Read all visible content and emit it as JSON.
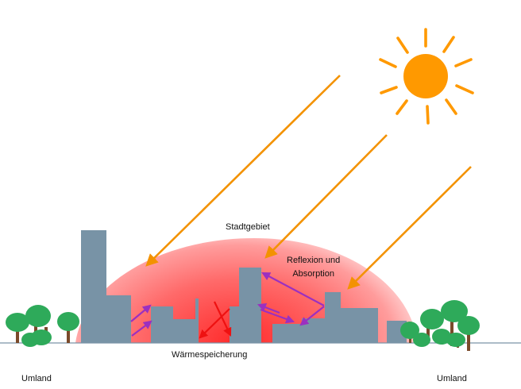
{
  "labels": {
    "city": "Stadtgebiet",
    "reflection_line1": "Reflexion und",
    "reflection_line2": "Absorption",
    "heat_storage": "Wärmespeicherung",
    "surroundings_left": "Umland",
    "surroundings_right": "Umland"
  },
  "colors": {
    "background": "#ffffff",
    "sun": "#ff9900",
    "sunlight_arrow": "#f39200",
    "building": "#7893a6",
    "heat_dome_core": "#ff3030",
    "heat_dome_edge": "#ffc8c8",
    "reflection_arrow": "#9b30c0",
    "heat_arrow": "#ee1111",
    "tree_canopy": "#2eaa5a",
    "tree_trunk": "#7a4a2a",
    "ground_line": "#7a93a6"
  },
  "icons": [
    "sun-icon",
    "tree-icon",
    "building-icon",
    "arrow-icon"
  ]
}
